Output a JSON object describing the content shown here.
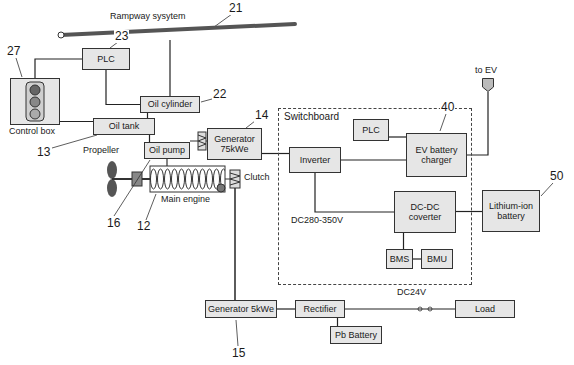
{
  "diagram": {
    "nodes": [
      {
        "text": [
          "Rampway sysytem"
        ]
      },
      {
        "text": [
          "PLC"
        ]
      },
      {
        "text": [
          "Control box"
        ]
      },
      {
        "text": [
          "Oil cylinder"
        ]
      },
      {
        "text": [
          "Oil tank"
        ]
      },
      {
        "text": [
          "Oil pump"
        ]
      },
      {
        "text": [
          "Generator 75kWe"
        ]
      },
      {
        "text": [
          "Switchboard"
        ]
      },
      {
        "text": [
          "PLC"
        ],
        "in": 7
      },
      {
        "text": [
          "Inverter"
        ],
        "in": 7
      },
      {
        "text": [
          "EV battery charger"
        ],
        "in": 7
      },
      {
        "text": [
          "DC-DC coverter"
        ],
        "in": 7
      },
      {
        "text": [
          "BMS"
        ],
        "in": 7
      },
      {
        "text": [
          "BMU"
        ],
        "in": 7
      },
      {
        "text": [
          "to EV"
        ]
      },
      {
        "text": [
          "Lithium-ion battery"
        ]
      },
      {
        "text": [
          "Generator 5kWe"
        ]
      },
      {
        "text": [
          "Rectifier"
        ]
      },
      {
        "text": [
          "Pb Battery"
        ]
      },
      {
        "text": [
          "Load"
        ]
      }
    ],
    "edges": [
      {
        "from": 3,
        "to": 0,
        "arrow": "none"
      },
      {
        "from": 1,
        "to": 3,
        "arrow": "none"
      },
      {
        "from": 2,
        "to": 1,
        "arrow": "none"
      },
      {
        "from": 2,
        "to": 4,
        "arrow": "none"
      },
      {
        "from": 3,
        "to": 4,
        "arrow": "none"
      },
      {
        "from": 4,
        "to": 5,
        "arrow": "none"
      },
      {
        "from": 6,
        "to": 9,
        "arrow": "none"
      },
      {
        "from": 9,
        "to": 10,
        "arrow": "none"
      },
      {
        "from": 8,
        "to": 10,
        "arrow": "none"
      },
      {
        "from": 9,
        "to": 11,
        "arrow": "none"
      },
      {
        "from": 10,
        "to": 14,
        "arrow": "none"
      },
      {
        "from": 11,
        "to": 15,
        "arrow": "none"
      },
      {
        "from": 11,
        "to": 12,
        "arrow": "none"
      },
      {
        "from": 12,
        "to": 13,
        "arrow": "none"
      },
      {
        "from": 16,
        "to": 17,
        "arrow": "none"
      },
      {
        "from": 17,
        "to": 19,
        "arrow": "none"
      },
      {
        "from": 17,
        "to": 18,
        "arrow": "none"
      }
    ],
    "labels": [
      "21",
      "23",
      "27",
      "22",
      "14",
      "40",
      "50",
      "13",
      "Propeller",
      "16",
      "Main engine",
      "12",
      "Clutch",
      "DC280-350V",
      "DC24V",
      "15"
    ]
  }
}
